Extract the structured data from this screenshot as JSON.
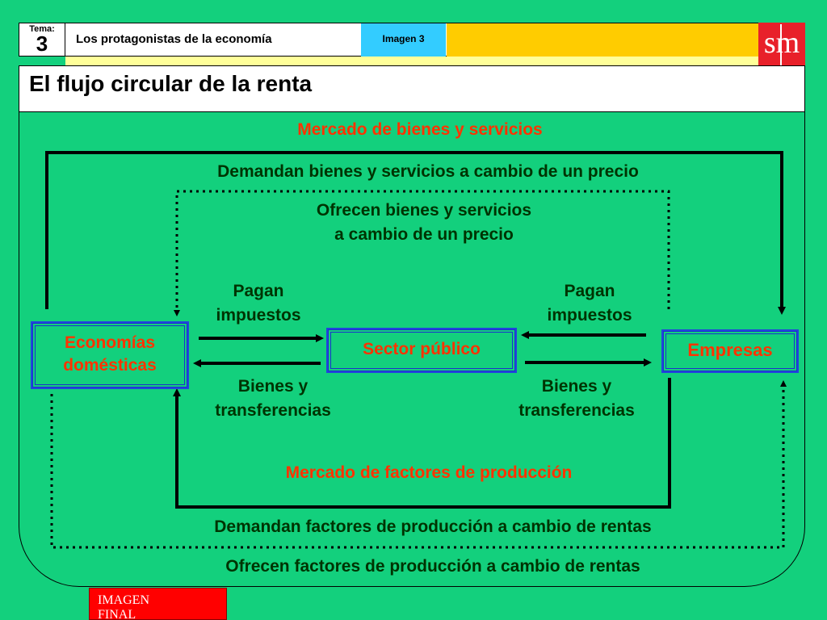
{
  "header": {
    "tema_label": "Tema:",
    "tema_number": "3",
    "subject": "Los protagonistas de la economía",
    "image_tag": "Imagen 3",
    "logo": "sm"
  },
  "title": "El flujo circular de la renta",
  "diagram": {
    "nodes": {
      "households": "Economías\ndomésticas",
      "public_sector": "Sector público",
      "firms": "Empresas"
    },
    "markets": {
      "goods": "Mercado de bienes y servicios",
      "factors": "Mercado de factores de producción"
    },
    "flows": {
      "demand_goods": "Demandan bienes y servicios a cambio de un precio",
      "offer_goods": "Ofrecen bienes y servicios\na cambio de un precio",
      "taxes_left": "Pagan\nimpuestos",
      "taxes_right": "Pagan\nimpuestos",
      "transfers_left": "Bienes y\ntransferencias",
      "transfers_right": "Bienes y\ntransferencias",
      "demand_factors": "Demandan factores de producción a cambio de rentas",
      "offer_factors": "Ofrecen factores de producción a cambio de rentas"
    },
    "colors": {
      "background": "#13d07d",
      "market_text": "#ff3300",
      "node_border": "#1a33cc",
      "flow_text": "#003300"
    }
  },
  "footer": {
    "button": "IMAGEN\nFINAL"
  }
}
